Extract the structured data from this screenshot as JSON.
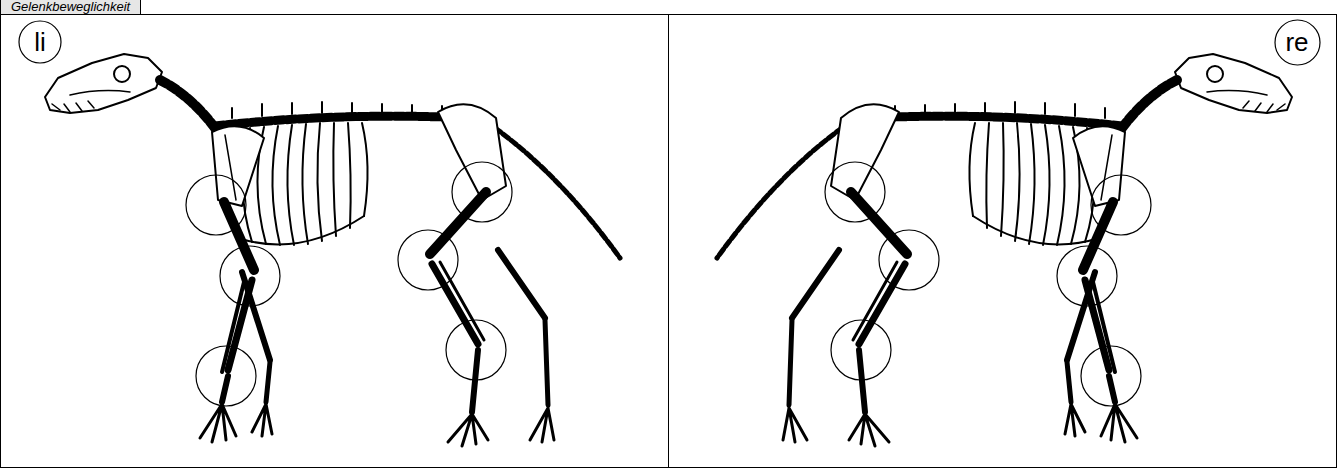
{
  "diagram": {
    "title": "Gelenkbeweglichkeit",
    "nodes": [
      {
        "text": [
          "li"
        ]
      },
      {
        "text": [
          "re"
        ]
      }
    ]
  }
}
